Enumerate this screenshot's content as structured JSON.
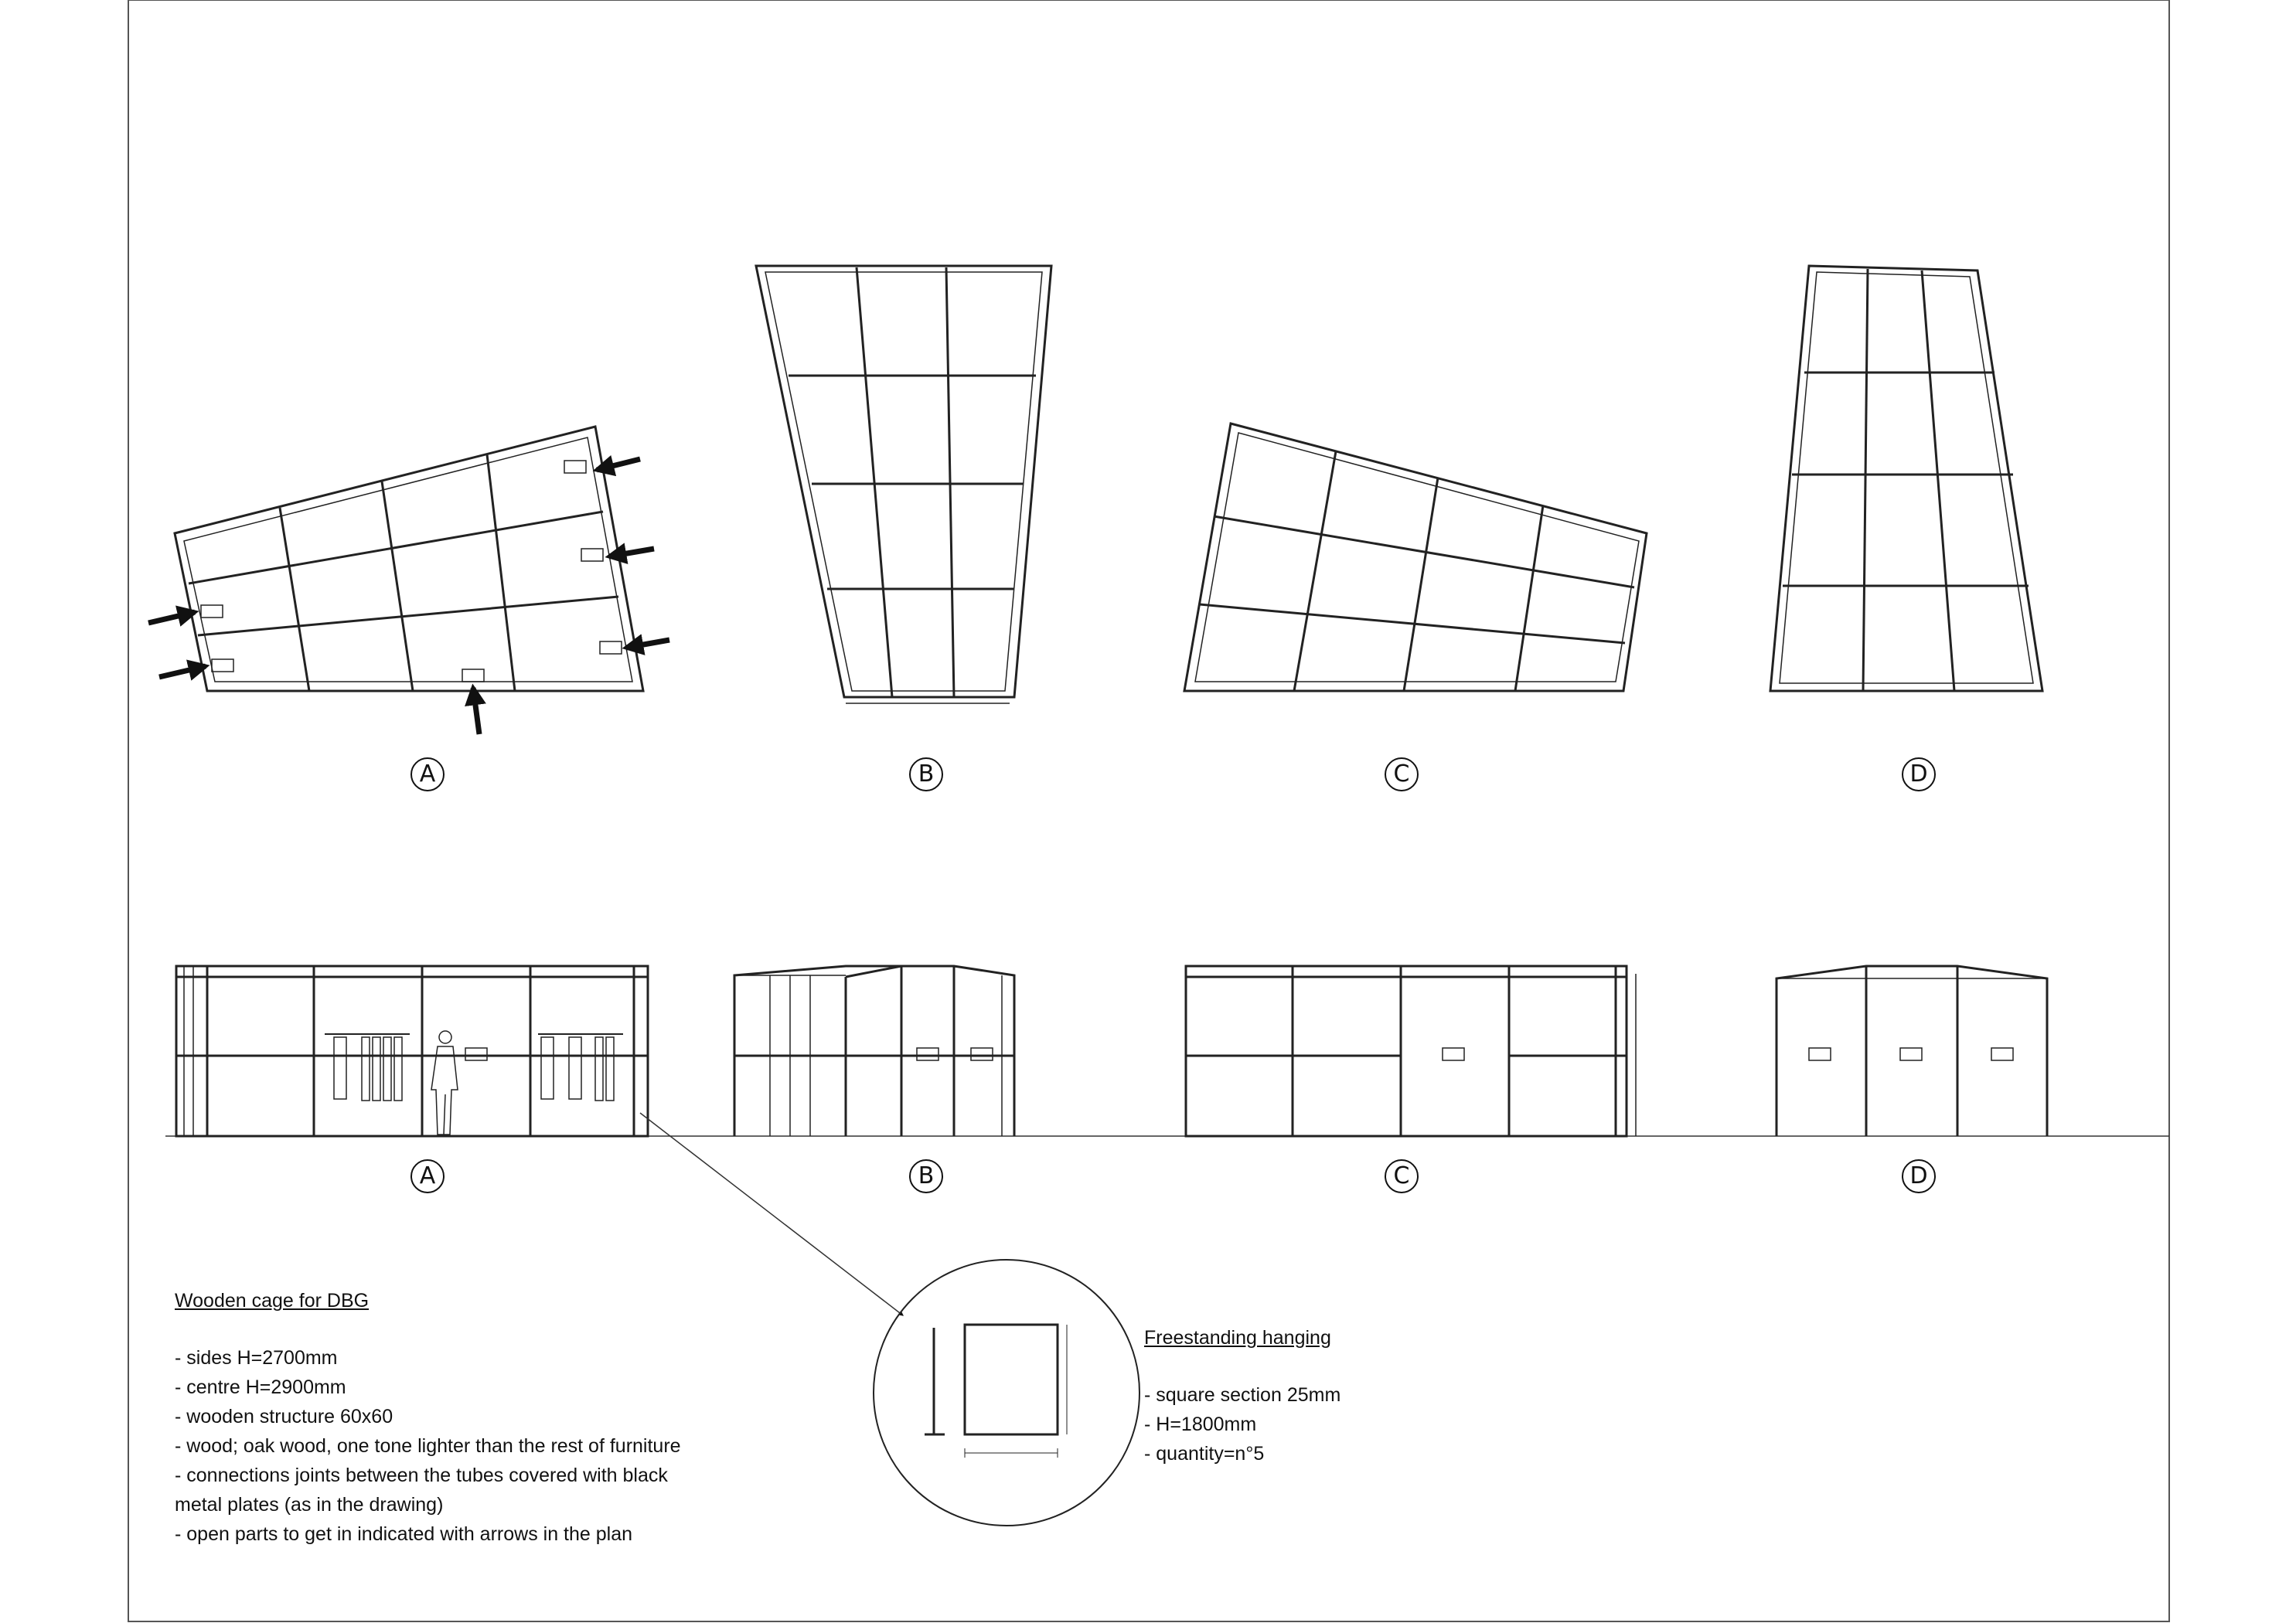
{
  "plan_labels": [
    "A",
    "B",
    "C",
    "D"
  ],
  "elevation_labels": [
    "A",
    "B",
    "C",
    "D"
  ],
  "cage_notes": {
    "title": "Wooden cage for DBG",
    "lines": [
      "- sides H=2700mm",
      "- centre H=2900mm",
      "- wooden structure 60x60",
      "- wood; oak wood, one tone lighter than the rest of furniture",
      "- connections joints between the tubes covered with black",
      "metal plates (as in the drawing)",
      "- open parts to get in indicated with arrows in the plan"
    ]
  },
  "hanging_notes": {
    "title": "Freestanding hanging",
    "lines": [
      "- square section 25mm",
      "- H=1800mm",
      "- quantity=n°5"
    ]
  },
  "colors": {
    "line": "#222222",
    "background": "#ffffff"
  }
}
